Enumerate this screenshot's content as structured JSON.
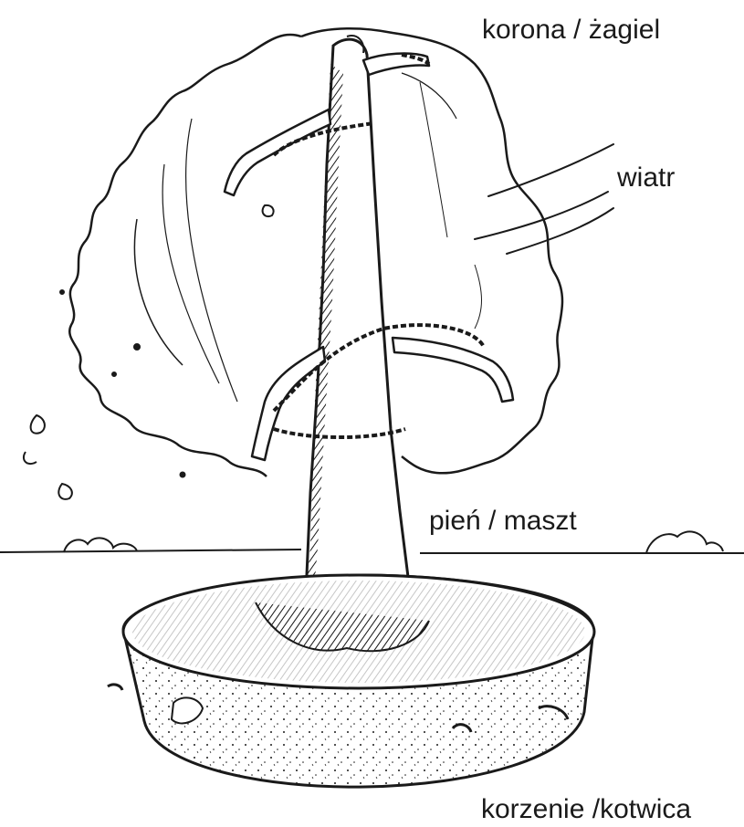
{
  "labels": {
    "crown_sail": "korona / żagiel",
    "wind": "wiatr",
    "trunk_mast": "pień / maszt",
    "roots_anchor": "korzenie /kotwica"
  },
  "colors": {
    "ink": "#1a1a1a",
    "paper": "#ffffff"
  },
  "icons": {
    "tree": "tree-illustration",
    "rope": "rope-icon",
    "wind": "wind-lines-icon",
    "pot": "root-pot-icon"
  }
}
